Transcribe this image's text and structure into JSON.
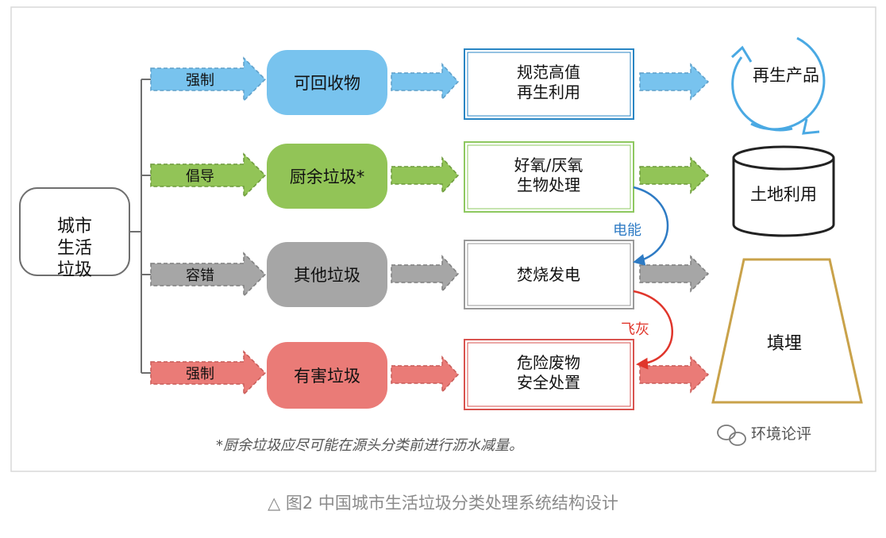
{
  "diagram": {
    "source": "城市\n生活\n垃圾",
    "rows": [
      {
        "policy": "强制",
        "category": "可回收物",
        "process": "规范高值\n再生利用",
        "outcome": "再生产品",
        "colors": {
          "fill": "#78c3ee",
          "stroke": "#5e9fc9",
          "process_border": "#2a86c4"
        }
      },
      {
        "policy": "倡导",
        "category": "厨余垃圾*",
        "process": "好氧/厌氧\n生物处理",
        "outcome": "土地利用",
        "colors": {
          "fill": "#92c457",
          "stroke": "#6d9a3c",
          "process_border": "#8ec860"
        }
      },
      {
        "policy": "容错",
        "category": "其他垃圾",
        "process": "焚烧发电",
        "outcome": "",
        "colors": {
          "fill": "#a6a6a6",
          "stroke": "#7e7e7e",
          "process_border": "#9a9a9a"
        }
      },
      {
        "policy": "强制",
        "category": "有害垃圾",
        "process": "危险废物\n安全处置",
        "outcome": "",
        "colors": {
          "fill": "#ea7b77",
          "stroke": "#c75c58",
          "process_border": "#d9534f"
        }
      }
    ],
    "landfill": "填埋",
    "flows": [
      {
        "label": "电能",
        "color": "#2e7bc4"
      },
      {
        "label": "飞灰",
        "color": "#e0362c"
      }
    ],
    "footnote": "*厨余垃圾应尽可能在源头分类前进行沥水减量。",
    "watermark": "环境论评",
    "icons": {
      "watermark": "wechat-icon"
    }
  },
  "caption": "△ 图2 中国城市生活垃圾分类处理系统结构设计"
}
